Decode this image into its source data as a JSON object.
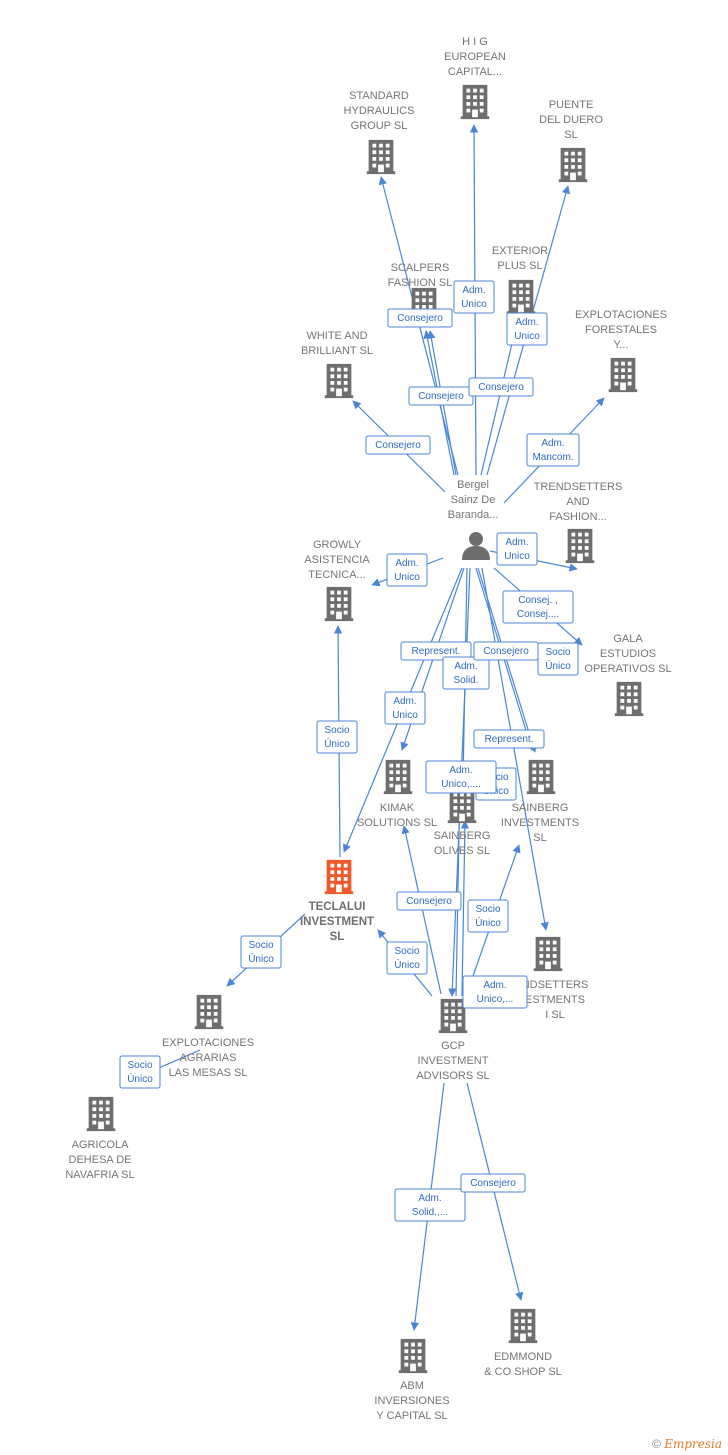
{
  "colors": {
    "edge": "#4a86d6",
    "building": "#6e6e6e",
    "highlight": "#ef5a28",
    "person": "#6e6e6e"
  },
  "nodes": [
    {
      "id": "hig",
      "type": "company",
      "lines": [
        "H I G",
        "EUROPEAN",
        "CAPITAL..."
      ]
    },
    {
      "id": "standard",
      "type": "company",
      "lines": [
        "STANDARD",
        "HYDRAULICS",
        "GROUP  SL"
      ]
    },
    {
      "id": "puente",
      "type": "company",
      "lines": [
        "PUENTE",
        "DEL DUERO",
        "SL"
      ]
    },
    {
      "id": "exterior",
      "type": "company",
      "lines": [
        "EXTERIOR",
        "PLUS  SL"
      ]
    },
    {
      "id": "scalpers",
      "type": "company",
      "lines": [
        "SCALPERS",
        "FASHION  SL"
      ]
    },
    {
      "id": "white",
      "type": "company",
      "lines": [
        "WHITE AND",
        "BRILLIANT  SL"
      ]
    },
    {
      "id": "forestales",
      "type": "company",
      "lines": [
        "EXPLOTACIONES",
        "FORESTALES",
        "Y..."
      ]
    },
    {
      "id": "trendsetters",
      "type": "company",
      "lines": [
        "TRENDSETTERS",
        "AND",
        "FASHION..."
      ]
    },
    {
      "id": "growly",
      "type": "company",
      "lines": [
        "GROWLY",
        "ASISTENCIA",
        "TECNICA..."
      ]
    },
    {
      "id": "gala",
      "type": "company",
      "lines": [
        "GALA",
        "ESTUDIOS",
        "OPERATIVOS SL"
      ]
    },
    {
      "id": "kimak",
      "type": "company",
      "lines": [
        "KIMAK",
        "SOLUTIONS  SL"
      ]
    },
    {
      "id": "sainberg_olives",
      "type": "company",
      "lines": [
        "SAINBERG",
        "OLIVES  SL"
      ]
    },
    {
      "id": "sainberg_inv",
      "type": "company",
      "lines": [
        "SAINBERG",
        "INVESTMENTS",
        "SL"
      ]
    },
    {
      "id": "teclalui",
      "type": "company",
      "highlight": true,
      "lines": [
        "TECLALUI",
        "INVESTMENT",
        "SL"
      ]
    },
    {
      "id": "trendsetters_inv",
      "type": "company",
      "lines": [
        "NDSETTERS",
        "ESTMENTS",
        "I  SL"
      ]
    },
    {
      "id": "agrarias",
      "type": "company",
      "lines": [
        "EXPLOTACIONES",
        "AGRARIAS",
        "LAS MESAS SL"
      ]
    },
    {
      "id": "gcp",
      "type": "company",
      "lines": [
        "GCP",
        "INVESTMENT",
        "ADVISORS SL"
      ]
    },
    {
      "id": "agricola",
      "type": "company",
      "lines": [
        "AGRICOLA",
        "DEHESA DE",
        "NAVAFRIA  SL"
      ]
    },
    {
      "id": "edmmond",
      "type": "company",
      "lines": [
        "EDMMOND",
        "& CO SHOP  SL"
      ]
    },
    {
      "id": "abm",
      "type": "company",
      "lines": [
        "ABM",
        "INVERSIONES",
        "Y CAPITAL  SL"
      ]
    },
    {
      "id": "bergel",
      "type": "person",
      "lines": [
        "Bergel",
        "Sainz De",
        "Baranda..."
      ]
    }
  ],
  "edges": [
    {
      "from": "bergel",
      "to": "hig",
      "label": [
        "Adm.",
        "Unico"
      ]
    },
    {
      "from": "bergel",
      "to": "standard",
      "label": [
        "Consejero"
      ]
    },
    {
      "from": "bergel",
      "to": "puente",
      "label": [
        "Adm.",
        "Unico"
      ]
    },
    {
      "from": "bergel",
      "to": "scalpers",
      "label": [
        "Consejero"
      ]
    },
    {
      "from": "bergel",
      "to": "exterior",
      "label": [
        "Consejero"
      ]
    },
    {
      "from": "bergel",
      "to": "scalpers",
      "label": [
        "Consejero"
      ]
    },
    {
      "from": "bergel",
      "to": "white",
      "label": [
        "Consejero"
      ]
    },
    {
      "from": "bergel",
      "to": "forestales",
      "label": [
        "Adm.",
        "Mancom."
      ]
    },
    {
      "from": "bergel",
      "to": "trendsetters",
      "label": [
        "Adm.",
        "Unico"
      ]
    },
    {
      "from": "bergel",
      "to": "growly",
      "label": [
        "Adm.",
        "Unico"
      ]
    },
    {
      "from": "bergel",
      "to": "gala",
      "label": [
        "Consej. ,",
        "Consej...."
      ]
    },
    {
      "from": "bergel",
      "to": "teclalui",
      "label": [
        "Represent."
      ]
    },
    {
      "from": "bergel",
      "to": "kimak",
      "label": [
        "Adm.",
        "Unico"
      ]
    },
    {
      "from": "bergel",
      "to": "sainberg_olives",
      "label": [
        "Adm.",
        "Solid."
      ]
    },
    {
      "from": "bergel",
      "to": "sainberg_inv",
      "label": [
        "Consejero"
      ]
    },
    {
      "from": "bergel",
      "to": "trendsetters_inv",
      "label": [
        "Socio",
        "Único"
      ]
    },
    {
      "from": "bergel",
      "to": "sainberg_inv",
      "label": [
        "Represent."
      ]
    },
    {
      "from": "bergel",
      "to": "gcp",
      "label": [
        "Adm.",
        "Unico,..."
      ]
    },
    {
      "from": "teclalui",
      "to": "growly",
      "label": [
        "Socio",
        "Único"
      ]
    },
    {
      "from": "teclalui",
      "to": "agrarias",
      "label": [
        "Socio",
        "Único"
      ]
    },
    {
      "from": "agrarias",
      "to": "agricola",
      "label": [
        "Socio",
        "Único"
      ]
    },
    {
      "from": "gcp",
      "to": "teclalui",
      "label": [
        "Socio",
        "Único"
      ]
    },
    {
      "from": "gcp",
      "to": "kimak",
      "label": [
        "Consejero"
      ]
    },
    {
      "from": "gcp",
      "to": "sainberg_inv",
      "label": [
        "Socio",
        "Único"
      ]
    },
    {
      "from": "gcp",
      "to": "sainberg_olives",
      "label": [
        "Socio",
        "Único"
      ]
    },
    {
      "from": "gcp",
      "to": "abm",
      "label": [
        "Adm.",
        "Solid.,..."
      ]
    },
    {
      "from": "gcp",
      "to": "edmmond",
      "label": [
        "Consejero"
      ]
    },
    {
      "from": "gcp",
      "to": "sainberg_olives",
      "label": [
        "Adm.",
        "Unico,...."
      ]
    }
  ],
  "footer": {
    "copyright": "©",
    "brand": "Empresia"
  }
}
